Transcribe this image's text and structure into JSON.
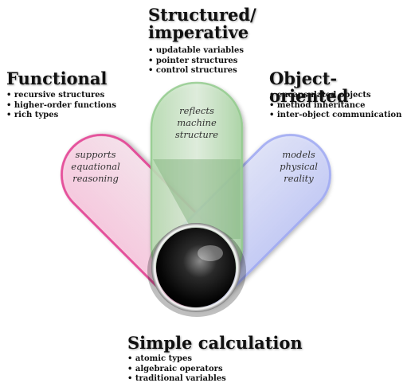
{
  "structured": {
    "title_line1": "Structured/",
    "title_line2": "imperative",
    "bullets": [
      "updatable variables",
      "pointer structures",
      "control structures"
    ],
    "pill_text": [
      "reflects",
      "machine",
      "structure"
    ],
    "color": "#8fc98a"
  },
  "functional": {
    "title": "Functional",
    "bullets": [
      "recursive structures",
      "higher-order functions",
      "rich types"
    ],
    "pill_text": [
      "supports",
      "equational",
      "reasoning"
    ],
    "color": "#e23a8e"
  },
  "object_oriented": {
    "title": "Object-oriented",
    "bullets": [
      "encapsulated objects",
      "method inheritance",
      "inter-object communication"
    ],
    "pill_text": [
      "models",
      "physical",
      "reality"
    ],
    "color": "#9ea8f2"
  },
  "simple": {
    "title": "Simple calculation",
    "bullets": [
      "atomic types",
      "algebraic operators",
      "traditional variables"
    ]
  }
}
